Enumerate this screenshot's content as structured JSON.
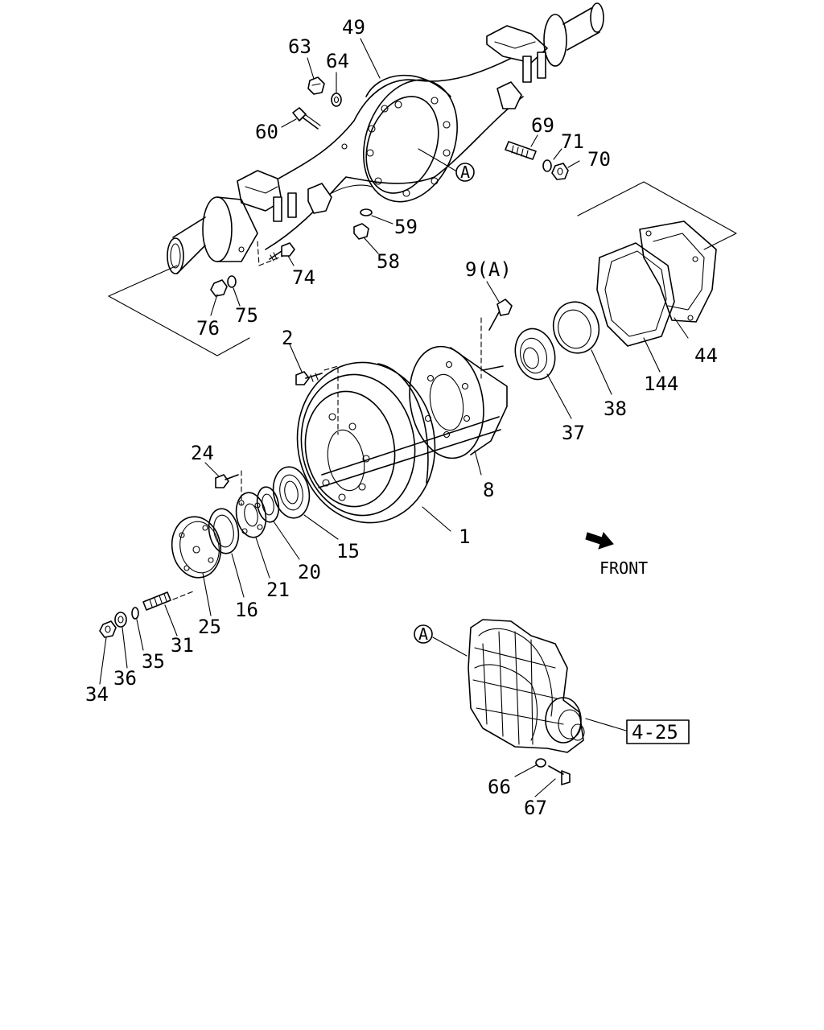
{
  "diagram": {
    "callouts": {
      "p49": "49",
      "p63": "63",
      "p64": "64",
      "p60": "60",
      "p69": "69",
      "p71": "71",
      "p70": "70",
      "pA1": "A",
      "p59": "59",
      "p58": "58",
      "p74": "74",
      "p76": "76",
      "p75": "75",
      "p9A": "9(A)",
      "p44": "44",
      "p144": "144",
      "p38": "38",
      "p37": "37",
      "p8": "8",
      "p2": "2",
      "p24": "24",
      "p1": "1",
      "p15": "15",
      "p20": "20",
      "p21": "21",
      "p16": "16",
      "p25": "25",
      "p31": "31",
      "p35": "35",
      "p36": "36",
      "p34": "34",
      "pA2": "A",
      "p66": "66",
      "p67": "67"
    },
    "reference_box": "4-25",
    "front_label": "FRONT",
    "icons": {
      "front_arrow": "front-arrow-icon"
    }
  }
}
